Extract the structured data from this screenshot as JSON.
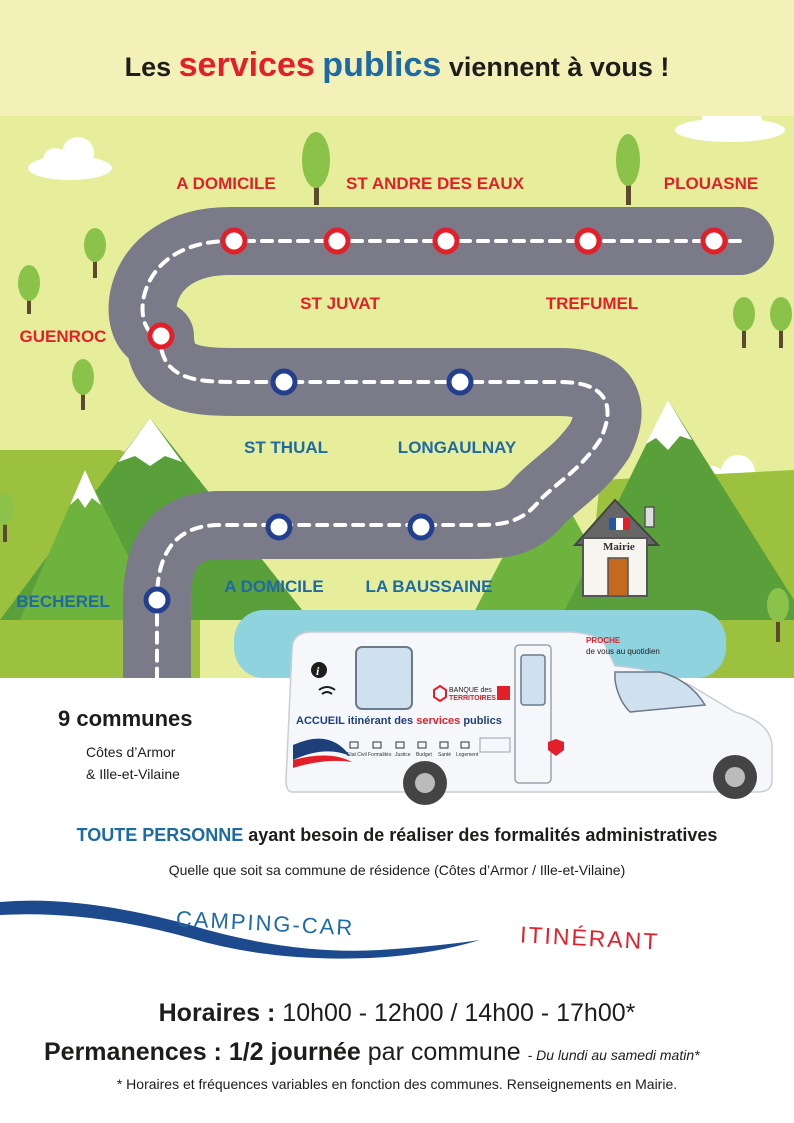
{
  "header": {
    "headline_pre": "Les",
    "headline_w1": "services",
    "headline_w2": "publics",
    "headline_post": "viennent à vous !"
  },
  "map": {
    "stops": [
      {
        "name": "A DOMICILE",
        "color": "red"
      },
      {
        "name": "ST ANDRE DES EAUX",
        "color": "red"
      },
      {
        "name": "PLOUASNE",
        "color": "red"
      },
      {
        "name": "ST JUVAT",
        "color": "red"
      },
      {
        "name": "TREFUMEL",
        "color": "red"
      },
      {
        "name": "GUENROC",
        "color": "red"
      },
      {
        "name": "ST THUAL",
        "color": "blue"
      },
      {
        "name": "LONGAULNAY",
        "color": "blue"
      },
      {
        "name": "BECHEREL",
        "color": "blue"
      },
      {
        "name": "A DOMICILE",
        "color": "blue"
      },
      {
        "name": "LA BAUSSAINE",
        "color": "blue"
      }
    ],
    "mairie_label": "Mairie"
  },
  "camper": {
    "proche": "PROCHE",
    "proche_sub": "de vous au quotidien",
    "banner_pre": "ACCUEIL itinérant des",
    "banner_hl": "services",
    "banner_post": "publics",
    "bank_line1": "BANQUE des",
    "bank_line2": "TERRITOIRES",
    "icons": [
      "Etat Civil",
      "Formalités",
      "Justice",
      "Budget",
      "Santé",
      "Logement"
    ]
  },
  "communes": {
    "count": "9 communes",
    "region1": "Côtes d’Armor",
    "region2": "& Ille-et-Vilaine"
  },
  "target": {
    "highlight": "TOUTE PERSONNE",
    "rest": "ayant besoin de réaliser des formalités administratives",
    "residence": "Quelle que soit sa commune de résidence (Côtes d’Armor / Ille-et-Vilaine)"
  },
  "labels": {
    "camping_car": "CAMPING-CAR",
    "itinerant": "ITINÉRANT"
  },
  "schedule": {
    "hours_label": "Horaires :",
    "hours_value": "10h00 - 12h00 / 14h00 - 17h00*",
    "perm_label": "Permanences :",
    "perm_value_bold": "1/2 journée",
    "perm_value": "par commune",
    "perm_note": "- Du lundi au samedi matin*",
    "footnote": "* Horaires et fréquences variables en fonction des communes. Renseignements en Mairie."
  },
  "colors": {
    "red": "#e3202a",
    "blue": "#1d6aa5",
    "road": "#7b7a88",
    "grass": "#e6ee9c",
    "header_bg": "#f4f1b8"
  }
}
